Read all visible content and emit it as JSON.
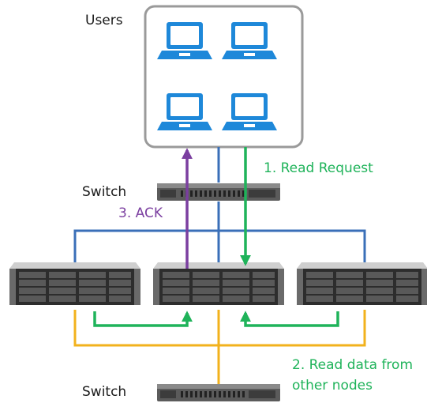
{
  "labels": {
    "users": "Users",
    "switch_top": "Switch",
    "switch_bottom": "Switch",
    "ack": "3. ACK",
    "read_request": "1. Read Request",
    "read_data_line1": "2. Read data from",
    "read_data_line2": "other nodes"
  },
  "users_group": {
    "laptops": [
      {
        "icon": "laptop-icon"
      },
      {
        "icon": "laptop-icon"
      },
      {
        "icon": "laptop-icon"
      },
      {
        "icon": "laptop-icon"
      }
    ]
  },
  "devices": {
    "switches": [
      {
        "icon": "network-switch-icon"
      },
      {
        "icon": "network-switch-icon"
      }
    ],
    "storage_nodes": [
      {
        "icon": "storage-server-icon"
      },
      {
        "icon": "storage-server-icon"
      },
      {
        "icon": "storage-server-icon"
      }
    ]
  },
  "colors": {
    "laptop": "#1e88d9",
    "frontend_network": "#3a6fb8",
    "backend_network": "#f2b21c",
    "read_request_arrow": "#1fb35a",
    "ack_arrow": "#7b3fa0",
    "users_box_border": "#9a9a9a"
  }
}
